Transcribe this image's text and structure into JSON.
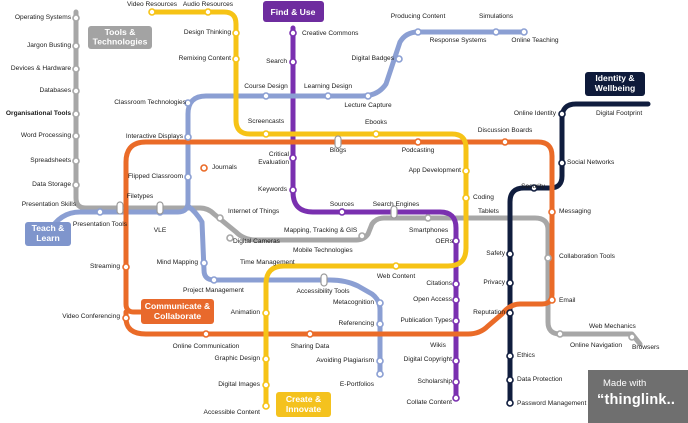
{
  "hubs": {
    "tools_technologies": "Tools &\nTechnologies",
    "find_use": "Find & Use",
    "identity_wellbeing": "Identity &\nWellbeing",
    "teach_learn": "Teach &\nLearn",
    "communicate_collaborate": "Communicate &\nCollaborate",
    "create_innovate": "Create &\nInnovate"
  },
  "stations": {
    "operating_systems": "Operating Systems",
    "jargon_busting": "Jargon Busting",
    "devices_hardware": "Devices & Hardware",
    "databases": "Databases",
    "organisational_tools": "Organisational Tools",
    "word_processing": "Word Processing",
    "spreadsheets": "Spreadsheets",
    "data_storage": "Data Storage",
    "presentation_skills": "Presentation Skills",
    "presentation_tools": "Presentation Tools",
    "filetypes": "Filetypes",
    "vle": "VLE",
    "video_resources": "Video Resources",
    "audio_resources": "Audio Resources",
    "design_thinking": "Design Thinking",
    "remixing_content": "Remixing Content",
    "classroom_technologies": "Classroom Technologies",
    "interactive_displays": "Interactive Displays",
    "flipped_classroom": "Flipped Classroom",
    "course_design": "Course Design",
    "screencasts": "Screencasts",
    "creative_commons": "Creative Commons",
    "search": "Search",
    "learning_design": "Learning Design",
    "lecture_capture": "Lecture Capture",
    "digital_badges": "Digital Badges",
    "producing_content": "Producing Content",
    "simulations": "Simulations",
    "response_systems": "Response Systems",
    "online_teaching": "Online Teaching",
    "online_identity": "Online Identity",
    "digital_footprint": "Digital Footprint",
    "discussion_boards": "Discussion Boards",
    "ebooks": "Ebooks",
    "blogs": "Blogs",
    "podcasting": "Podcasting",
    "critical_evaluation": "Critical\nEvaluation",
    "journals": "Journals",
    "keywords": "Keywords",
    "social_networks": "Social Networks",
    "app_development": "App Development",
    "security": "Security",
    "coding": "Coding",
    "tablets": "Tablets",
    "messaging": "Messaging",
    "sources": "Sources",
    "search_engines": "Search Engines",
    "internet_of_things": "Internet of Things",
    "mapping_tracking_gis": "Mapping, Tracking & GIS",
    "smartphones": "Smartphones",
    "oers": "OERs",
    "digital_cameras": "Digital Cameras",
    "mobile_technologies": "Mobile Technologies",
    "safety": "Safety",
    "collaboration_tools": "Collaboration Tools",
    "streaming": "Streaming",
    "mind_mapping": "Mind Mapping",
    "time_management": "Time Management",
    "web_content": "Web Content",
    "privacy": "Privacy",
    "project_management": "Project Management",
    "accessibility_tools": "Accessibility Tools",
    "citations": "Citations",
    "email": "Email",
    "open_access": "Open Access",
    "metacognition": "Metacognition",
    "video_conferencing": "Video Conferencing",
    "animation": "Animation",
    "referencing": "Referencing",
    "publication_types": "Publication Types",
    "reputation": "Reputation",
    "web_mechanics": "Web Mechanics",
    "online_communication": "Online Communication",
    "sharing_data": "Sharing Data",
    "wikis": "Wikis",
    "online_navigation": "Online Navigation",
    "browsers": "Browsers",
    "graphic_design": "Graphic Design",
    "avoiding_plagiarism": "Avoiding Plagiarism",
    "digital_copyright": "Digital Copyright",
    "ethics": "Ethics",
    "digital_images": "Digital Images",
    "e_portfolios": "E-Portfolios",
    "scholarship": "Scholarship",
    "data_protection": "Data Protection",
    "accessible_content": "Accessible Content",
    "collate_content": "Collate Content",
    "password_management": "Password Management"
  },
  "watermark": {
    "made_with": "Made with",
    "brand": "“thinglink.."
  },
  "line_colors": {
    "tools_grey": "#a7a7a7",
    "find_purple": "#7a30b0",
    "identity_navy": "#101d3e",
    "teach_blue": "#8b9fd3",
    "communicate_orange": "#ea6b28",
    "create_yellow": "#f6c316"
  },
  "hub_colors": {
    "tools": "#a3a3a3",
    "find": "#6e2c9f",
    "identity": "#0e1a3a",
    "teach": "#7f95cc",
    "communicate": "#e8692c",
    "create": "#f4c21e"
  }
}
